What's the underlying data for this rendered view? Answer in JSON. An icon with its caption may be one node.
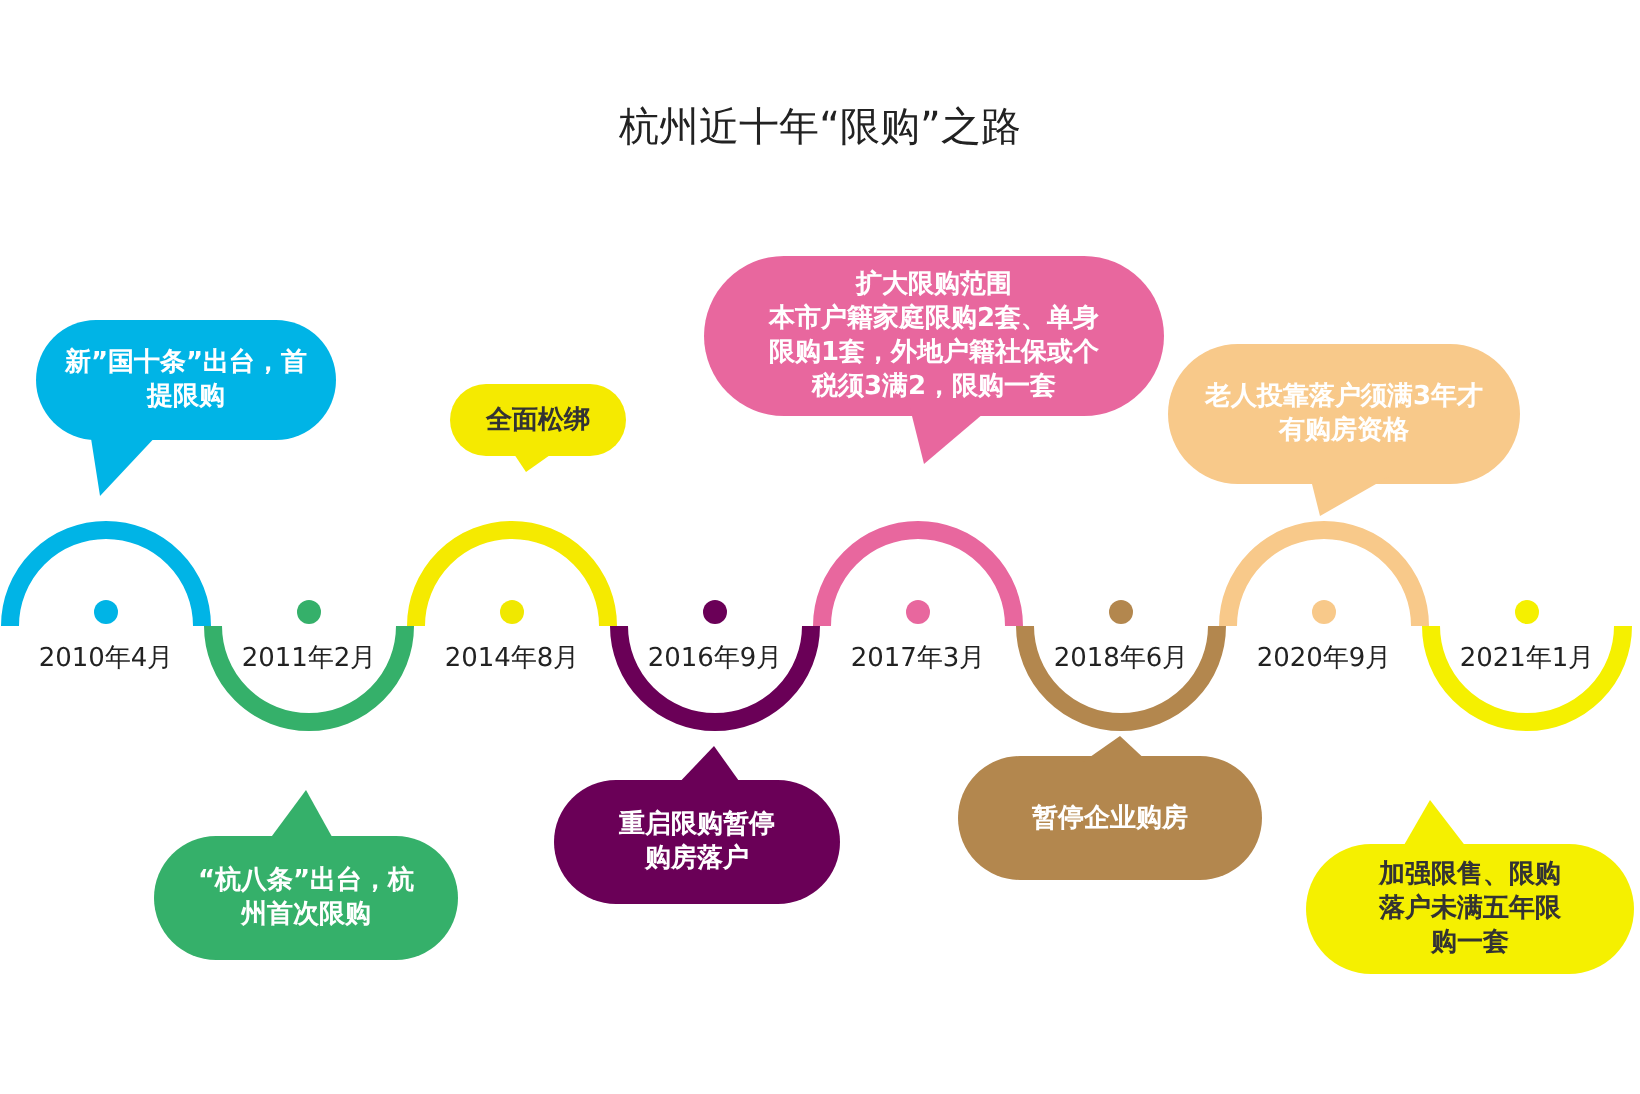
{
  "diagram": {
    "title": "杭州近十年“限购”之路",
    "nodes": [
      {
        "text": [
          "新”国十条”出台，首提限购"
        ]
      },
      {
        "text": [
          "“杭八条”出台，杭州首次限购"
        ]
      },
      {
        "text": [
          "全面松绑"
        ]
      },
      {
        "text": [
          "重启限购暂停购房落户"
        ]
      },
      {
        "text": [
          "扩大限购范围",
          "本市户籍家庭限购2套、单身限购1套，外地户籍社保或个税须3满2，限购一套"
        ]
      },
      {
        "text": [
          "暂停企业购房"
        ]
      },
      {
        "text": [
          "老人投靠落户须满3年才有购房资格"
        ]
      },
      {
        "text": [
          "加强限售、限购落户未满五年限购一套"
        ]
      }
    ],
    "labels": [
      "2010年4月",
      "2011年2月",
      "2014年8月",
      "2016年9月",
      "2017年3月",
      "2018年6月",
      "2020年9月",
      "2021年1月"
    ]
  }
}
